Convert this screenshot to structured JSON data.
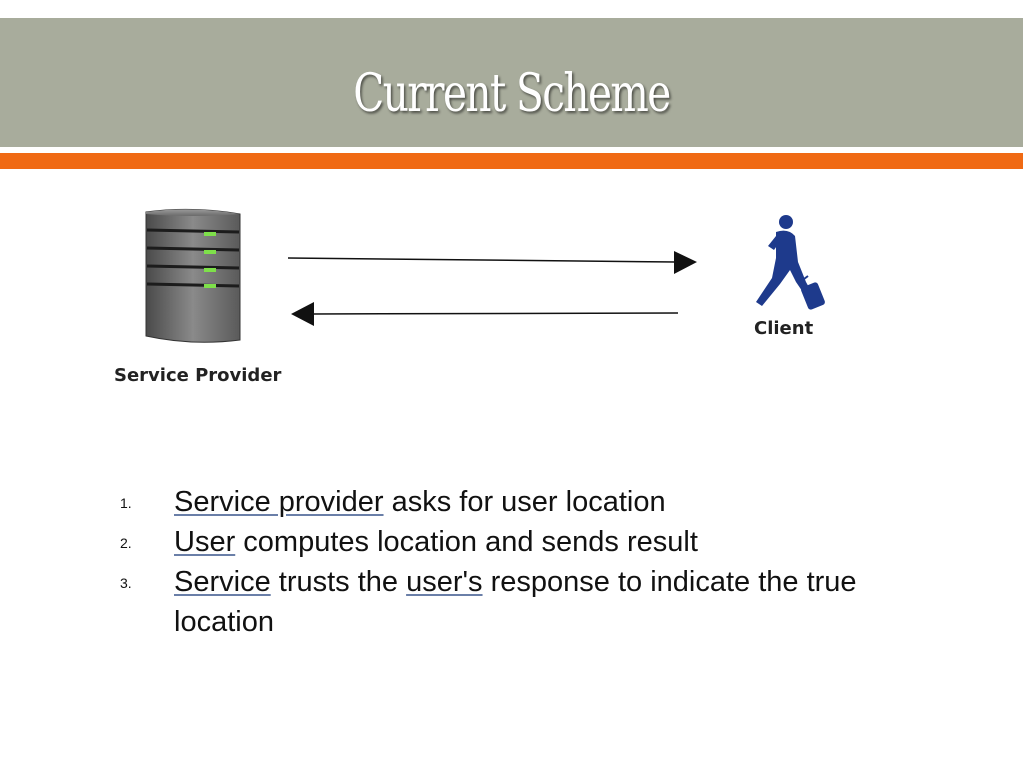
{
  "slide": {
    "title": "Current Scheme",
    "colors": {
      "title_bar": "#a8ac9c",
      "accent_bar": "#f06a14",
      "client_figure": "#1e3a8c"
    }
  },
  "diagram": {
    "left_label": "Service Provider",
    "right_label": "Client",
    "icons": [
      "server-icon",
      "traveler-icon"
    ]
  },
  "steps": [
    {
      "num": "1.",
      "highlight": "Service provider",
      "rest": " asks for user location"
    },
    {
      "num": "2.",
      "highlight": "User",
      "rest": " computes location and sends result"
    },
    {
      "num": "3.",
      "highlight": "Service",
      "mid": " trusts the ",
      "highlight2": "user's",
      "rest": " response to indicate the true location"
    }
  ]
}
